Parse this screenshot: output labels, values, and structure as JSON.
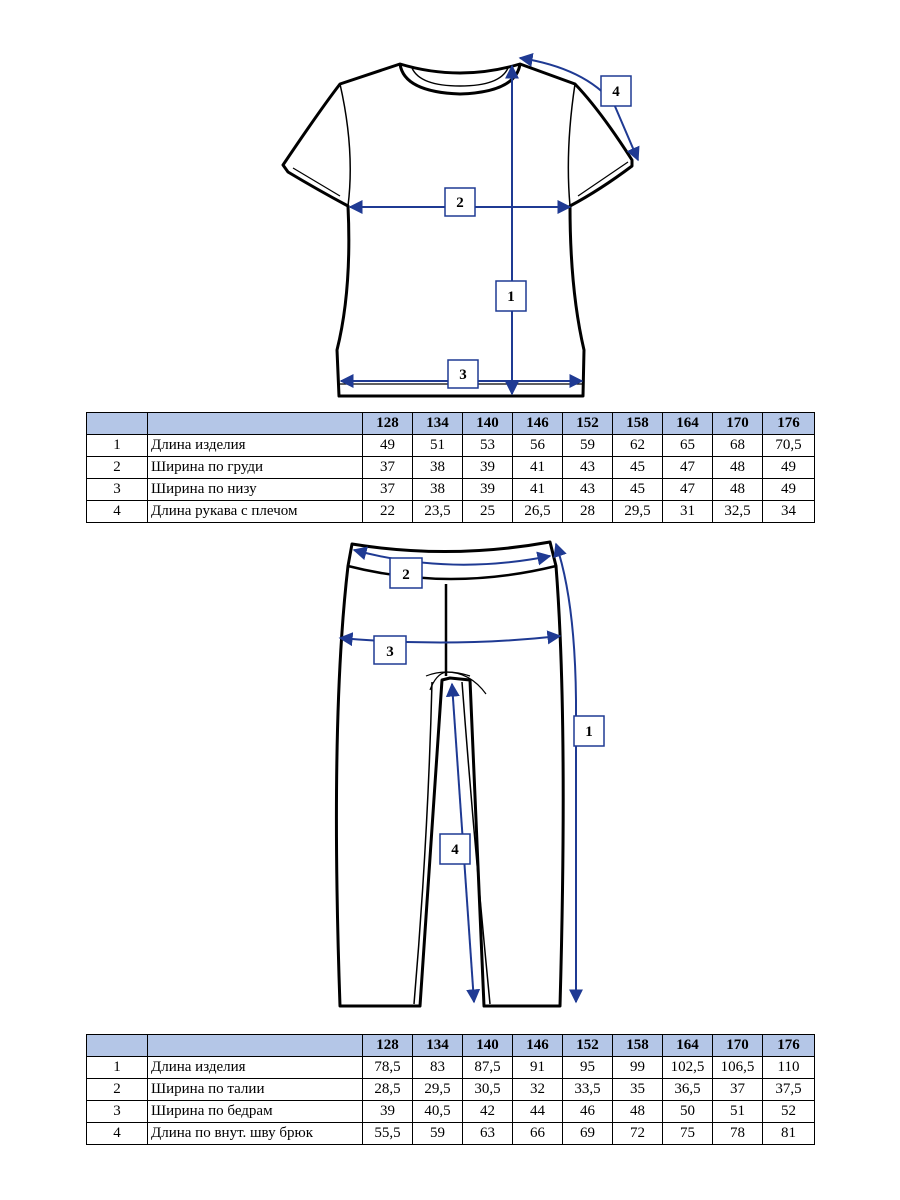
{
  "colors": {
    "arrow": "#1f3a93",
    "header_bg": "#b4c6e7",
    "outline": "#000000"
  },
  "tshirt": {
    "labels": [
      "1",
      "2",
      "3",
      "4"
    ],
    "sizes": [
      "128",
      "134",
      "140",
      "146",
      "152",
      "158",
      "164",
      "170",
      "176"
    ],
    "rows": [
      {
        "num": "1",
        "name": "Длина изделия",
        "values": [
          "49",
          "51",
          "53",
          "56",
          "59",
          "62",
          "65",
          "68",
          "70,5"
        ]
      },
      {
        "num": "2",
        "name": "Ширина по груди",
        "values": [
          "37",
          "38",
          "39",
          "41",
          "43",
          "45",
          "47",
          "48",
          "49"
        ]
      },
      {
        "num": "3",
        "name": "Ширина по низу",
        "values": [
          "37",
          "38",
          "39",
          "41",
          "43",
          "45",
          "47",
          "48",
          "49"
        ]
      },
      {
        "num": "4",
        "name": "Длина рукава с плечом",
        "values": [
          "22",
          "23,5",
          "25",
          "26,5",
          "28",
          "29,5",
          "31",
          "32,5",
          "34"
        ]
      }
    ]
  },
  "pants": {
    "labels": [
      "1",
      "2",
      "3",
      "4"
    ],
    "sizes": [
      "128",
      "134",
      "140",
      "146",
      "152",
      "158",
      "164",
      "170",
      "176"
    ],
    "rows": [
      {
        "num": "1",
        "name": "Длина изделия",
        "values": [
          "78,5",
          "83",
          "87,5",
          "91",
          "95",
          "99",
          "102,5",
          "106,5",
          "110"
        ]
      },
      {
        "num": "2",
        "name": "Ширина по талии",
        "values": [
          "28,5",
          "29,5",
          "30,5",
          "32",
          "33,5",
          "35",
          "36,5",
          "37",
          "37,5"
        ]
      },
      {
        "num": "3",
        "name": "Ширина по бедрам",
        "values": [
          "39",
          "40,5",
          "42",
          "44",
          "46",
          "48",
          "50",
          "51",
          "52"
        ]
      },
      {
        "num": "4",
        "name": "Длина по внут. шву брюк",
        "values": [
          "55,5",
          "59",
          "63",
          "66",
          "69",
          "72",
          "75",
          "78",
          "81"
        ]
      }
    ]
  }
}
